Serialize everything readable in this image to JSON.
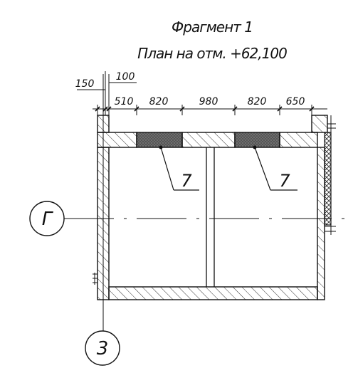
{
  "title": {
    "line1": "Фрагмент 1",
    "line2": "План на отм. +62,100"
  },
  "dimensions": {
    "top_left": "150",
    "top_mid": "100",
    "chain": [
      "510",
      "820",
      "980",
      "820",
      "650"
    ]
  },
  "callouts": [
    "7",
    "7"
  ],
  "axes": {
    "horizontal": "Г",
    "vertical": "3"
  },
  "colors": {
    "ink": "#111111",
    "hatch": "#333333",
    "dark_fill": "#555555"
  }
}
